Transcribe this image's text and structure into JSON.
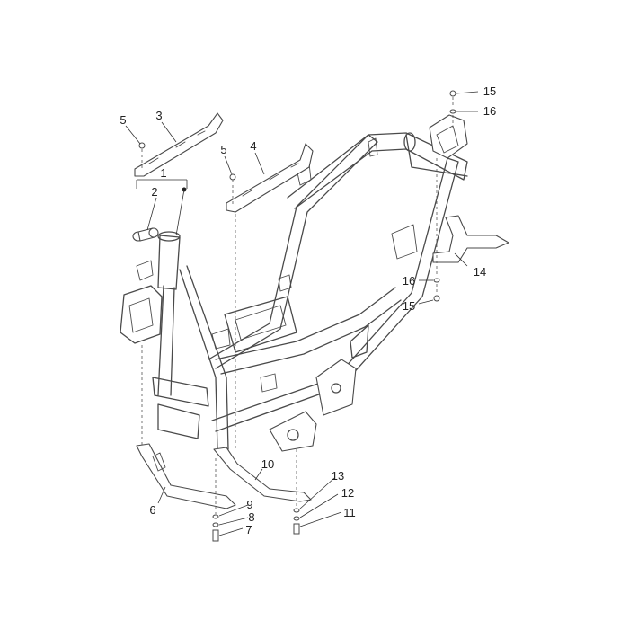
{
  "callouts": [
    {
      "id": "c1",
      "label": "1"
    },
    {
      "id": "c2",
      "label": "2"
    },
    {
      "id": "c3",
      "label": "3"
    },
    {
      "id": "c4",
      "label": "4"
    },
    {
      "id": "c5a",
      "label": "5"
    },
    {
      "id": "c5b",
      "label": "5"
    },
    {
      "id": "c6",
      "label": "6"
    },
    {
      "id": "c7",
      "label": "7"
    },
    {
      "id": "c8",
      "label": "8"
    },
    {
      "id": "c9",
      "label": "9"
    },
    {
      "id": "c10",
      "label": "10"
    },
    {
      "id": "c11",
      "label": "11"
    },
    {
      "id": "c12",
      "label": "12"
    },
    {
      "id": "c13",
      "label": "13"
    },
    {
      "id": "c14",
      "label": "14"
    },
    {
      "id": "c15a",
      "label": "15"
    },
    {
      "id": "c15b",
      "label": "15"
    },
    {
      "id": "c16a",
      "label": "16"
    },
    {
      "id": "c16b",
      "label": "16"
    }
  ]
}
